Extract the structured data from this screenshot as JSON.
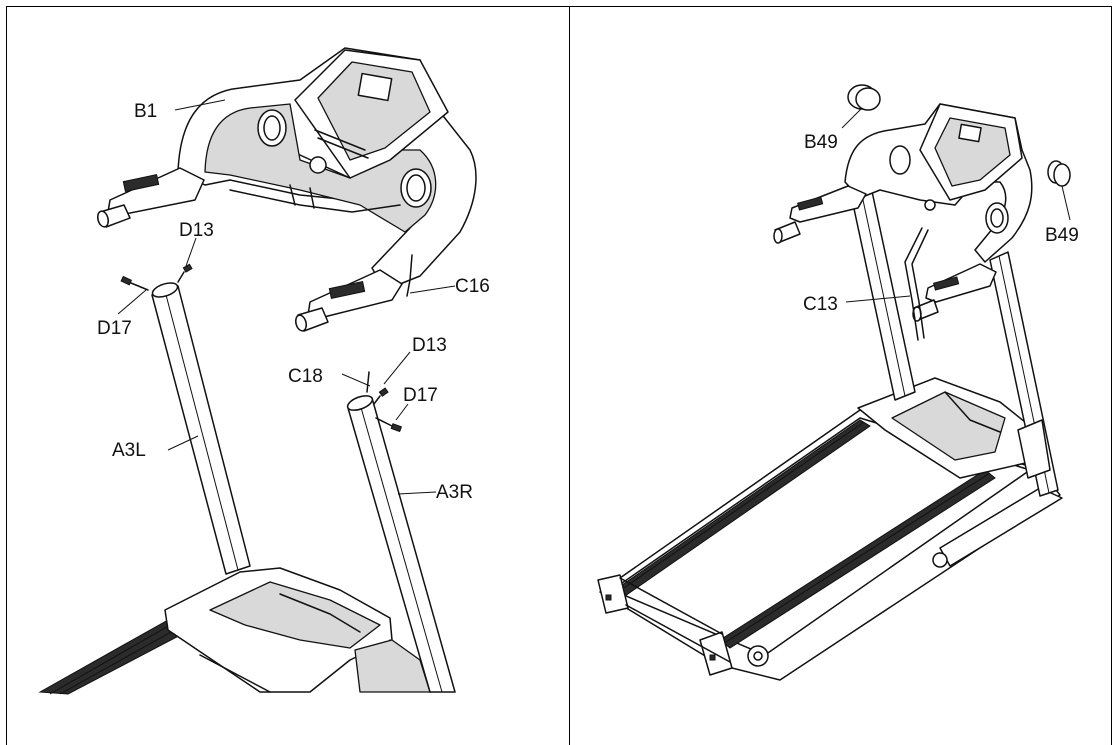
{
  "left_panel": {
    "labels": {
      "b1": "B1",
      "d13_left": "D13",
      "d17_left": "D17",
      "c16": "C16",
      "d13_right": "D13",
      "c18": "C18",
      "d17_right": "D17",
      "a3l": "A3L",
      "a3r": "A3R"
    }
  },
  "right_panel": {
    "labels": {
      "b49_left": "B49",
      "b49_right": "B49",
      "c13": "C13"
    }
  }
}
